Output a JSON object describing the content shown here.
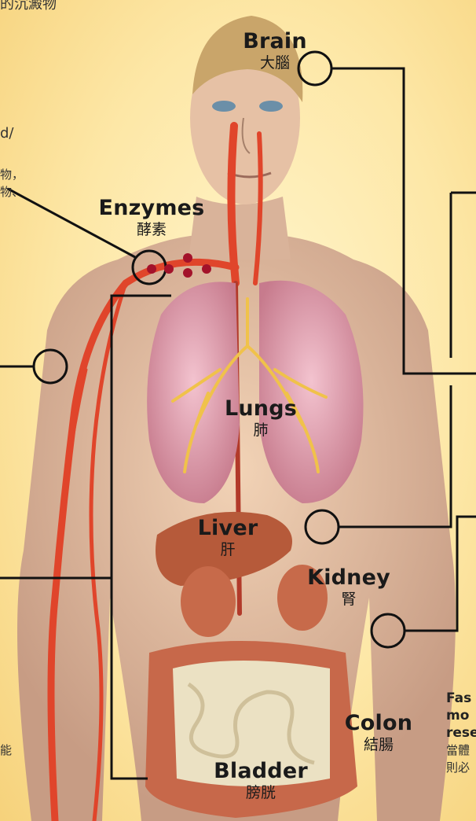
{
  "organs": [
    {
      "key": "brain",
      "en": "Brain",
      "zh": "大腦"
    },
    {
      "key": "enzymes",
      "en": "Enzymes",
      "zh": "酵素"
    },
    {
      "key": "lungs",
      "en": "Lungs",
      "zh": "肺"
    },
    {
      "key": "liver",
      "en": "Liver",
      "zh": "肝"
    },
    {
      "key": "kidney",
      "en": "Kidney",
      "zh": "腎"
    },
    {
      "key": "colon",
      "en": "Colon",
      "zh": "結腸"
    },
    {
      "key": "bladder",
      "en": "Bladder",
      "zh": "膀胱"
    }
  ],
  "cut_text": {
    "left_top": "的沉澱物",
    "left_mid1": "d/",
    "left_mid2": "物，",
    "left_mid3": "物、",
    "left_bottom": "能",
    "right_1": "Fas",
    "right_2": "mo",
    "right_3": "rese",
    "right_4": "當體",
    "right_5": "則必"
  },
  "colors": {
    "line": "#111111",
    "vessel": "#e0452b",
    "enzyme_dot": "#a3122a",
    "lung": "#d9a0b0",
    "bronchi": "#f0c24a"
  }
}
